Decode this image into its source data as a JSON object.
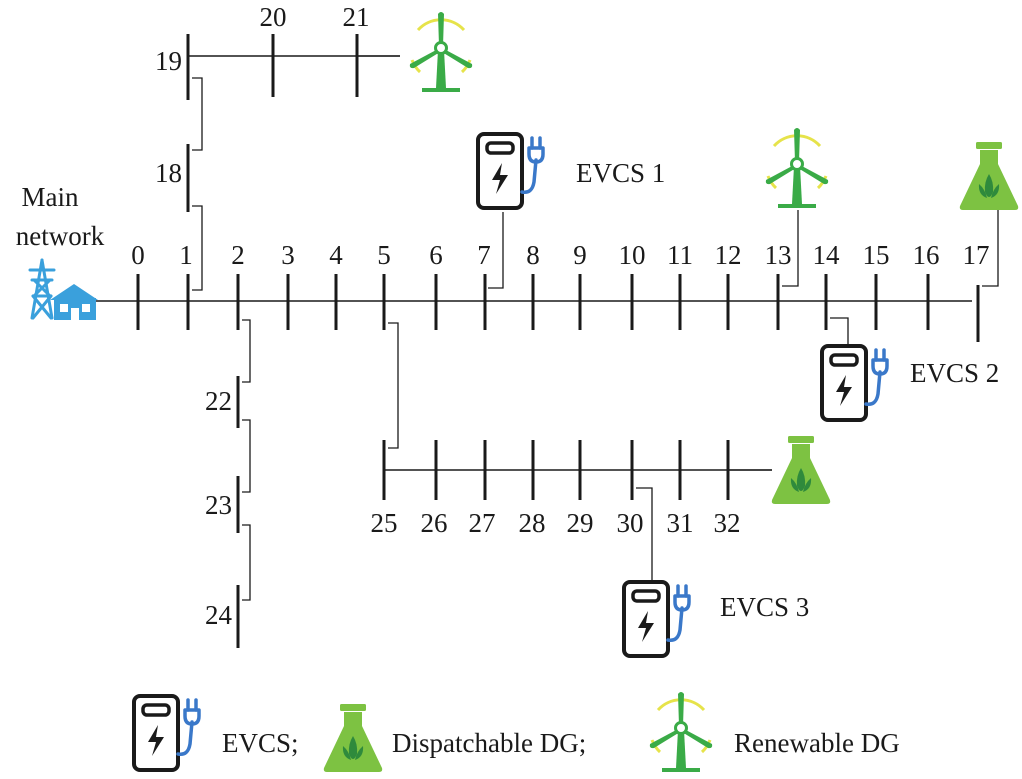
{
  "main_network": {
    "line1": "Main",
    "line2": "network"
  },
  "buses": [
    "0",
    "1",
    "2",
    "3",
    "4",
    "5",
    "6",
    "7",
    "8",
    "9",
    "10",
    "11",
    "12",
    "13",
    "14",
    "15",
    "16",
    "17",
    "18",
    "19",
    "20",
    "21",
    "22",
    "23",
    "24",
    "25",
    "26",
    "27",
    "28",
    "29",
    "30",
    "31",
    "32"
  ],
  "evcs_labels": [
    "EVCS 1",
    "EVCS 2",
    "EVCS 3"
  ],
  "legend": {
    "evcs": "EVCS;",
    "dispatchable": "Dispatchable DG;",
    "renewable": "Renewable DG"
  },
  "colors": {
    "line": "#1a1a1a",
    "dispatchable_green": "#7dc242",
    "renewable_green": "#3aab47",
    "renewable_halo": "#e6e34a",
    "plug_blue": "#3a78c9",
    "substation_blue": "#3aa0dc"
  },
  "icons": [
    "substation-icon",
    "ev-charger-icon",
    "dispatchable-dg-icon",
    "wind-turbine-icon"
  ]
}
